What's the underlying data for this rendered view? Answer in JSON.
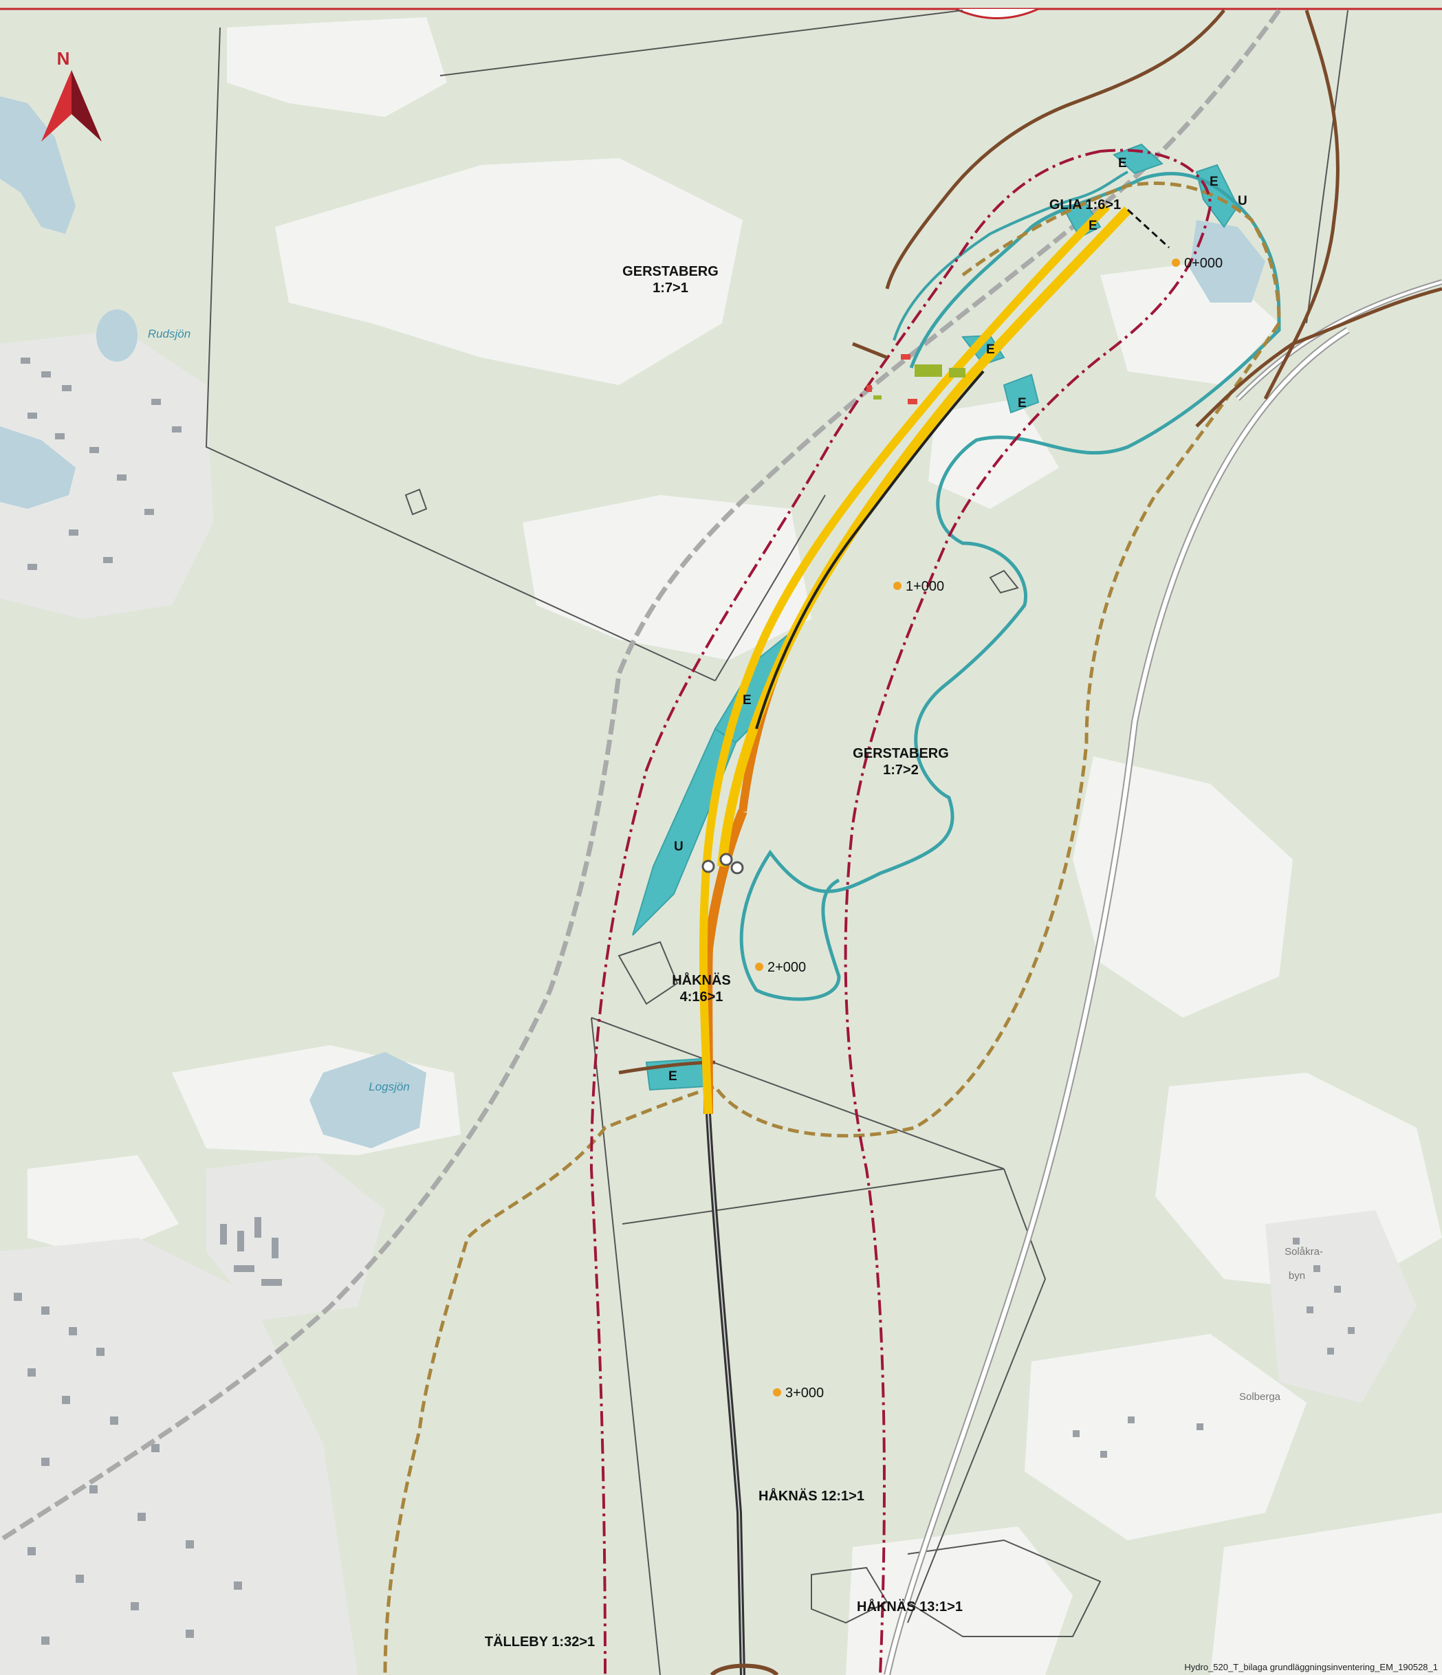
{
  "map": {
    "north_label": "N",
    "file_reference": "Hydro_520_T_bilaga grundläggningsinventering_EM_190528_1",
    "colors": {
      "background": "#dfe6d8",
      "open_land": "#f3f4f1",
      "water": "#b9d2dc",
      "road_main": "#f5c400",
      "road_cut": "#e07c10",
      "tunnel": "#333333",
      "boundary_red": "#a0163a",
      "boundary_brown": "#a8853d",
      "stream": "#7a4a2a",
      "contour_teal": "#3aa3a8",
      "zone_fill": "#4dbcc0",
      "property_line": "#555555",
      "building": "#9aa0a6",
      "north_arrow": "#c4262e"
    },
    "properties": [
      {
        "name_1": "GERSTABERG",
        "name_2": "1:7>1"
      },
      {
        "name_1": "GERSTABERG",
        "name_2": "1:7>2"
      },
      {
        "name_1": "HÅKNÄS",
        "name_2": "4:16>1"
      },
      {
        "name_1": "GLIA 1:6>1"
      },
      {
        "name_1": "HÅKNÄS 12:1>1"
      },
      {
        "name_1": "HÅKNÄS 13:1>1"
      },
      {
        "name_1": "TÄLLEBY 1:32>1"
      }
    ],
    "water_bodies": [
      "Rudsjön",
      "Logsjön"
    ],
    "chainages": [
      "0+000",
      "1+000",
      "2+000",
      "3+000"
    ],
    "zones": [
      {
        "code": "E"
      },
      {
        "code": "E"
      },
      {
        "code": "E"
      },
      {
        "code": "E"
      },
      {
        "code": "E"
      },
      {
        "code": "E"
      },
      {
        "code": "E"
      },
      {
        "code": "U"
      },
      {
        "code": "U"
      }
    ],
    "places": [
      "Solåkra-",
      "byn",
      "Solberga"
    ]
  }
}
